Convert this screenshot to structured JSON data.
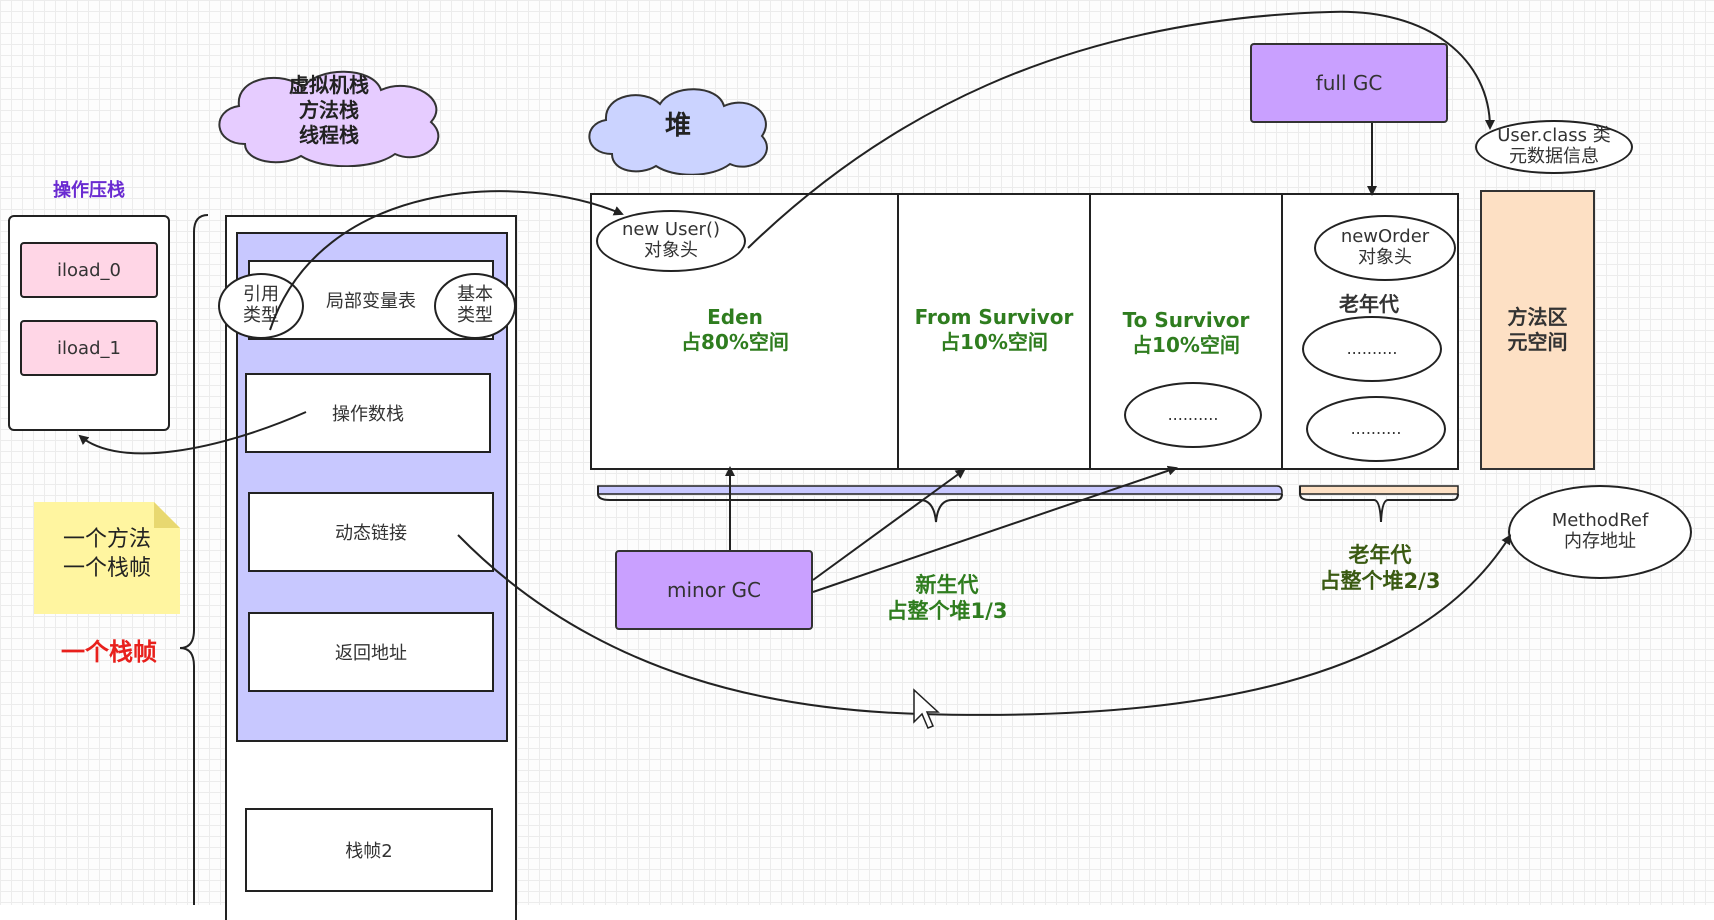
{
  "clouds": {
    "stack": "虚拟机栈\n方法栈\n线程栈",
    "heap": "堆"
  },
  "operand_stack": {
    "title": "操作压栈",
    "items": [
      "iload_0",
      "iload_1"
    ]
  },
  "frame": {
    "local_vars": "局部变量表",
    "ref_type": "引用\n类型",
    "basic_type": "基本\n类型",
    "operand_stack": "操作数栈",
    "dynamic_link": "动态链接",
    "return_addr": "返回地址",
    "frame2": "栈帧2",
    "label": "一个栈帧"
  },
  "note": "一个方法\n一个栈帧",
  "heap": {
    "new_user": "new User()\n对象头",
    "eden": "Eden\n占80%空间",
    "from_survivor": "From Survivor\n占10%空间",
    "to_survivor": "To Survivor\n占10%空间",
    "to_dots": "..........",
    "new_order": "newOrder\n对象头",
    "old_title": "老年代",
    "old_dots_1": "..........",
    "old_dots_2": "..........",
    "young_label": "新生代\n占整个堆1/3",
    "old_label": "老年代\n占整个堆2/3"
  },
  "gc": {
    "minor": "minor GC",
    "full": "full GC"
  },
  "method_area": {
    "label": "方法区\n元空间",
    "user_class": "User.class 类\n元数据信息",
    "method_ref": "MethodRef\n内存地址"
  },
  "colors": {
    "green_text": "#2f7d1f",
    "red_text": "#e8201c",
    "purple_text": "#6a2bd1",
    "pink_box": "#ffd6e6",
    "lavender": "#c8c8ff",
    "purple_box": "#c9a0ff",
    "peach": "#fde0c4",
    "note_yellow": "#fff5a0"
  }
}
